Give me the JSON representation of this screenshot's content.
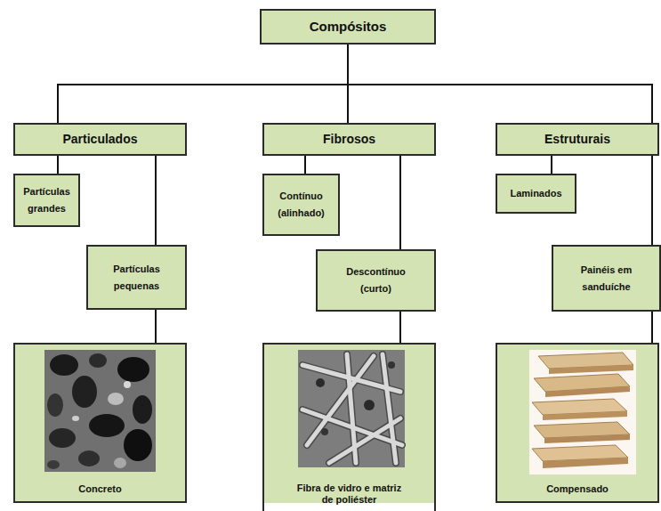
{
  "diagram": {
    "nodes": [
      {
        "text": [
          "Compósitos"
        ]
      },
      {
        "text": [
          "Particulados"
        ]
      },
      {
        "text": [
          "Fibrosos"
        ]
      },
      {
        "text": [
          "Estruturais"
        ]
      },
      {
        "text": [
          "Partículas grandes"
        ]
      },
      {
        "text": [
          "Partículas pequenas"
        ]
      },
      {
        "text": [
          "Contínuo (alinhado)"
        ]
      },
      {
        "text": [
          "Descontínuo (curto)"
        ]
      },
      {
        "text": [
          "Laminados"
        ]
      },
      {
        "text": [
          "Painéis em sanduíche"
        ]
      },
      {
        "text": [
          "Concreto"
        ]
      },
      {
        "text": [
          "Fibra de vidro e matriz de poliéster"
        ]
      },
      {
        "text": [
          "Compensado"
        ]
      }
    ],
    "edges": [
      {
        "from": 0,
        "to": 1,
        "arrow": "none"
      },
      {
        "from": 0,
        "to": 2,
        "arrow": "none"
      },
      {
        "from": 0,
        "to": 3,
        "arrow": "none"
      },
      {
        "from": 1,
        "to": 4,
        "arrow": "none"
      },
      {
        "from": 1,
        "to": 5,
        "arrow": "none"
      },
      {
        "from": 2,
        "to": 6,
        "arrow": "none"
      },
      {
        "from": 2,
        "to": 7,
        "arrow": "none"
      },
      {
        "from": 3,
        "to": 8,
        "arrow": "none"
      },
      {
        "from": 3,
        "to": 9,
        "arrow": "none"
      },
      {
        "from": 5,
        "to": 10,
        "arrow": "none"
      },
      {
        "from": 7,
        "to": 11,
        "arrow": "none"
      },
      {
        "from": 9,
        "to": 12,
        "arrow": "none"
      }
    ]
  }
}
